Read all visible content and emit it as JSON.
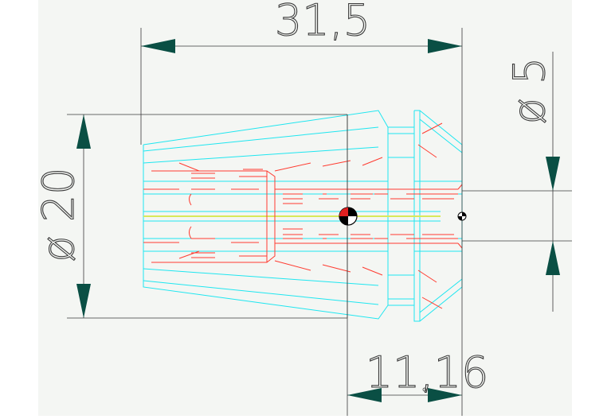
{
  "dimensions": {
    "overall_length": "31,5",
    "outer_diameter": "ø 20",
    "bore_diameter": "ø 5",
    "nose_length": "11,16"
  },
  "colors": {
    "background": "#ffffff",
    "panel": "#f4f6f3",
    "outline": "#1ee6f0",
    "hidden_lines": "#ff3b30",
    "dimension_lines": "#3a3a3a",
    "arrows": "#0a4f44",
    "centre_line": "#d8e85a"
  },
  "symbols": {
    "centre_of_gravity": "centre-of-gravity-marker",
    "origin_point": "origin-marker"
  }
}
